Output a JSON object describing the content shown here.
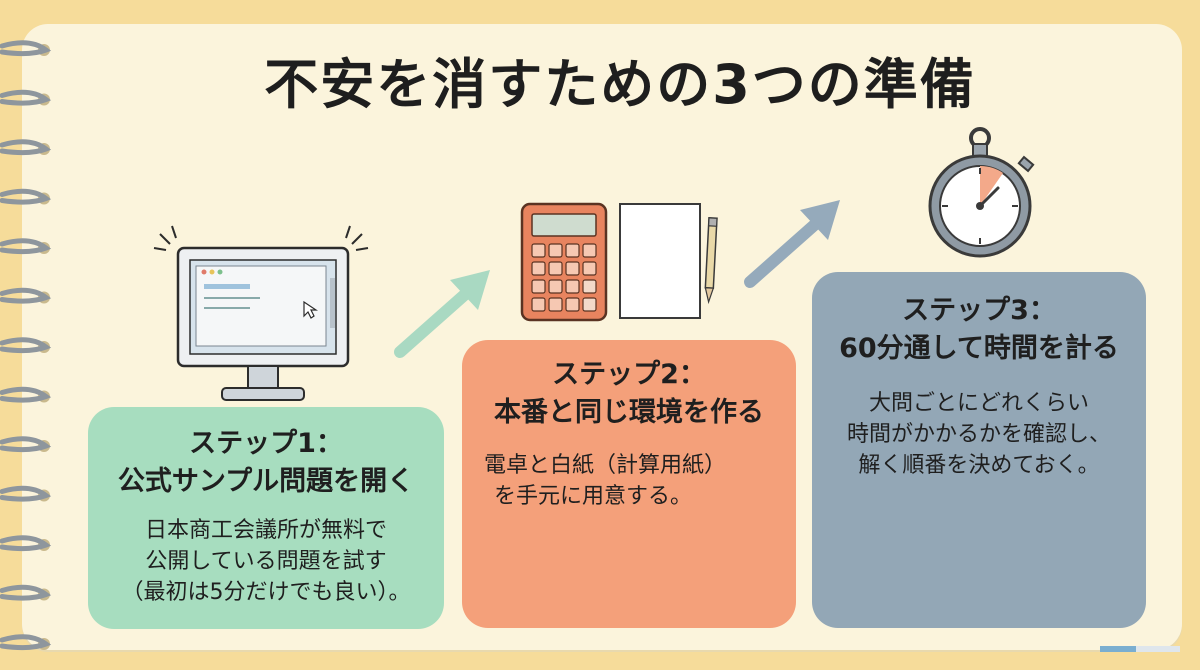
{
  "title": "不安を消すための3つの準備",
  "steps": [
    {
      "title_line1": "ステップ1：",
      "title_line2": "公式サンプル問題を開く",
      "desc_line1": "日本商工会議所が無料で",
      "desc_line2": "公開している問題を試す",
      "desc_line3": "（最初は5分だけでも良い）。"
    },
    {
      "title_line1": "ステップ2：",
      "title_line2": "本番と同じ環境を作る",
      "desc_line1": "電卓と白紙（計算用紙）",
      "desc_line2": "を手元に用意する。"
    },
    {
      "title_line1": "ステップ3：",
      "title_line2": "60分通して時間を計る",
      "desc_line1": "大問ごとにどれくらい",
      "desc_line2": "時間がかかるかを確認し、",
      "desc_line3": "解く順番を決めておく。"
    }
  ],
  "icons": {
    "step1": "computer-monitor-icon",
    "step2": "calculator-and-paper-icon",
    "step3": "stopwatch-icon",
    "arrow1": "arrow-up-right-icon",
    "arrow2": "arrow-up-right-icon"
  },
  "colors": {
    "background": "#f6dc9a",
    "paper": "#fbf4dc",
    "step1": "#a7ddbf",
    "step2": "#f4a07a",
    "step3": "#93a7b6",
    "arrow1": "#a9d9c2",
    "arrow2": "#95aabb"
  },
  "progress": {
    "fraction": 0.45
  }
}
